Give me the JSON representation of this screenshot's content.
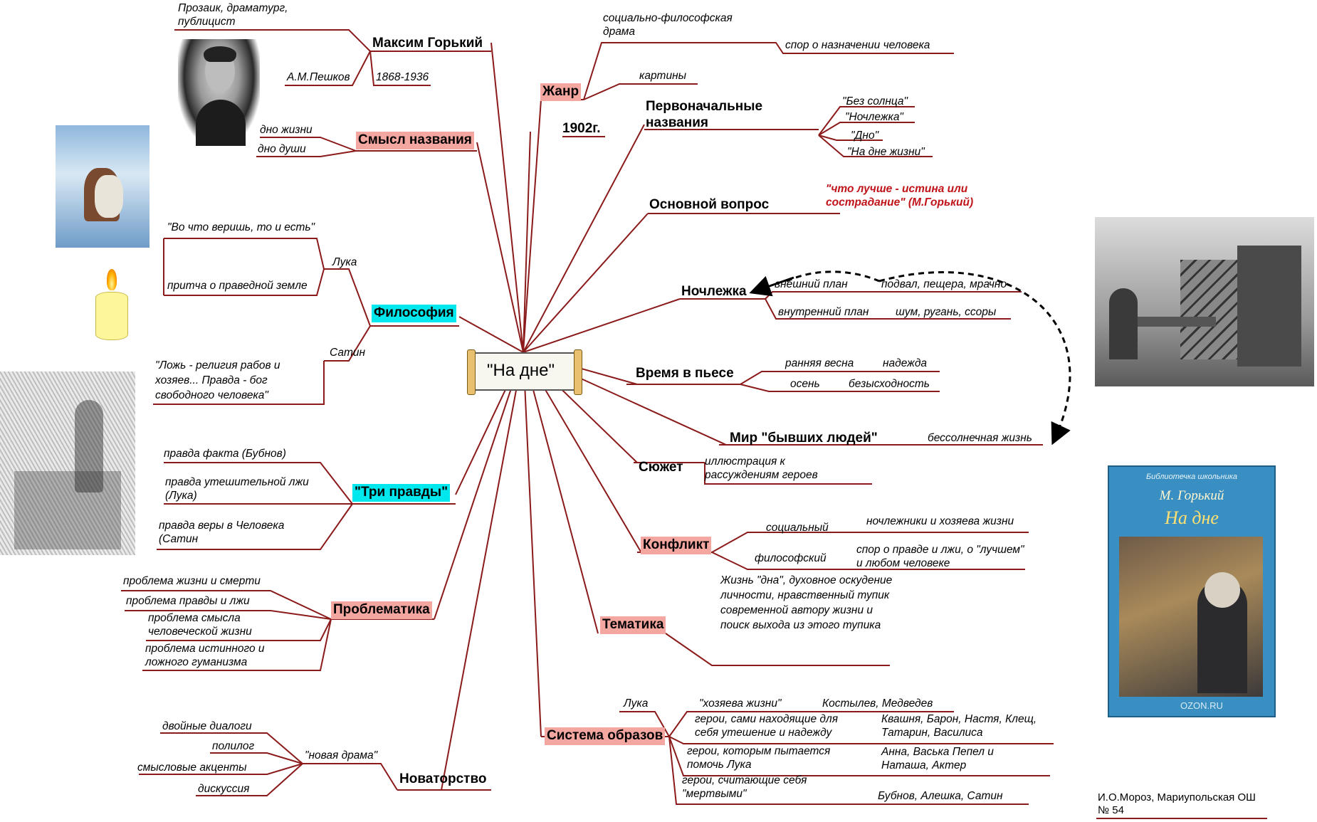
{
  "center": "\"На дне\"",
  "colors": {
    "line": "#8b1a1a",
    "pink": "#f4a6a0",
    "cyan": "#00e8ee",
    "red": "#c0141a"
  },
  "left": {
    "gorky": {
      "title": "Максим Горький",
      "desc": "Прозаик, драматург, публицист",
      "real_name": "А.М.Пешков",
      "years": "1868-1936"
    },
    "meaning": {
      "title": "Смысл названия",
      "items": [
        "дно жизни",
        "дно души"
      ]
    },
    "philosophy": {
      "title": "Философия",
      "luka": "Лука",
      "luka_q1": "\"Во что веришь, то и есть\"",
      "luka_q2": "притча о праведной земле",
      "satin": "Сатин",
      "satin_q": "\"Ложь - религия рабов и хозяев... Правда - бог свободного человека\""
    },
    "three_truths": {
      "title": "\"Три правды\"",
      "items": [
        "правда факта (Бубнов)",
        "правда утешительной лжи (Лука)",
        "правда веры в Человека (Сатин"
      ]
    },
    "problems": {
      "title": "Проблематика",
      "items": [
        "проблема жизни и смерти",
        "проблема правды и лжи",
        "проблема смысла человеческой жизни",
        "проблема истинного и ложного гуманизма"
      ]
    },
    "innovation": {
      "title": "Новаторство",
      "new_drama": "\"новая драма\"",
      "items": [
        "двойные диалоги",
        "полилог",
        "смысловые акценты",
        "дискуссия"
      ]
    }
  },
  "right": {
    "genre": {
      "title": "Жанр",
      "items": [
        "социально-философская драма",
        "спор о назначении человека",
        "картины"
      ]
    },
    "year": "1902г.",
    "original_titles": {
      "title": "Первоначальные названия",
      "items": [
        "\"Без солнца\"",
        "\"Ночлежка\"",
        "\"Дно\"",
        "\"На дне жизни\""
      ]
    },
    "main_question": {
      "title": "Основной вопрос",
      "quote": "\"что лучше - истина или сострадание\" (М.Горький)"
    },
    "flophouse": {
      "title": "Ночлежка",
      "outer": "внешний план",
      "outer_desc": "подвал, пещера, мрачно",
      "inner": "внутренний план",
      "inner_desc": "шум, ругань, ссоры"
    },
    "time": {
      "title": "Время в пьесе",
      "s1": "ранняя весна",
      "d1": "надежда",
      "s2": "осень",
      "d2": "безысходность"
    },
    "world": {
      "title": "Мир \"бывших людей\"",
      "item": "бессолнечная жизнь"
    },
    "plot": {
      "title": "Сюжет",
      "item": "иллюстрация к рассуждениям героев"
    },
    "conflict": {
      "title": "Конфликт",
      "social": "социальный",
      "social_desc": "ночлежники и хозяева жизни",
      "phil": "философский",
      "phil_desc": "спор о правде и лжи, о \"лучшем\" и любом человеке"
    },
    "theme": {
      "title": "Тематика",
      "item": "Жизнь \"дна\", духовное оскудение личности, нравственный тупик современной автору жизни и поиск выхода из этого тупика"
    },
    "images": {
      "title": "Система образов",
      "luka": "Лука",
      "g1": "\"хозяева жизни\"",
      "g1_names": "Костылев, Медведев",
      "g2": "герои, сами находящие для себя утешение и надежду",
      "g2_names": "Квашня, Барон, Настя, Клещ, Татарин, Василиса",
      "g3": "герои, которым пытается помочь Лука",
      "g3_names": "Анна, Васька Пепел и Наташа, Актер",
      "g4": "герои, считающие себя \"мертвыми\"",
      "g4_names": "Бубнов, Алешка, Сатин"
    }
  },
  "credit": "И.О.Мороз, Мариупольская ОШ № 54",
  "book": {
    "series": "Библиотечка школьника",
    "author": "М. Горький",
    "title": "На дне",
    "shop": "OZON.RU"
  }
}
